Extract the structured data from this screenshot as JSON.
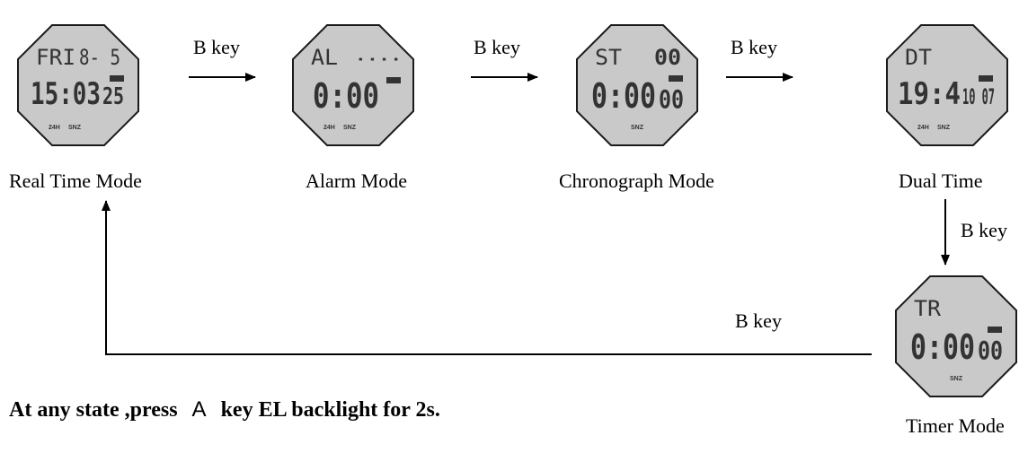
{
  "colors": {
    "lcd_face": "#c9c9c9",
    "lcd_border": "#1a1a1a",
    "segment": "#333333",
    "arrow": "#000000"
  },
  "modes": [
    {
      "id": "real-time",
      "caption": "Real Time Mode",
      "lcd_top_left": "FRI",
      "lcd_top_right": "8- 5",
      "lcd_main": "15:03",
      "lcd_seconds": "25",
      "lcd_bottom": [
        "24H",
        "SNZ"
      ]
    },
    {
      "id": "alarm",
      "caption": "Alarm Mode",
      "lcd_top_left": "AL",
      "lcd_top_right": "- - - -",
      "lcd_main": "0:00",
      "lcd_seconds": "",
      "lcd_bottom": [
        "24H",
        "SNZ"
      ]
    },
    {
      "id": "chronograph",
      "caption": "Chronograph Mode",
      "lcd_top_left": "ST",
      "lcd_top_right": "00",
      "lcd_main": "0:00",
      "lcd_seconds": "00",
      "lcd_bottom": [
        "SNZ"
      ]
    },
    {
      "id": "dual-time",
      "caption": "Dual Time",
      "lcd_top_left": "DT",
      "lcd_top_right": "",
      "lcd_main": "19:4",
      "lcd_seconds": "10 07",
      "lcd_bottom": [
        "24H",
        "SNZ"
      ]
    },
    {
      "id": "timer",
      "caption": "Timer Mode",
      "lcd_top_left": "TR",
      "lcd_top_right": "",
      "lcd_main": "0:00",
      "lcd_seconds": "00",
      "lcd_bottom": [
        "SNZ"
      ]
    }
  ],
  "transitions": [
    {
      "from": "real-time",
      "to": "alarm",
      "label": "B key"
    },
    {
      "from": "alarm",
      "to": "chronograph",
      "label": "B key"
    },
    {
      "from": "chronograph",
      "to": "dual-time",
      "label": "B key"
    },
    {
      "from": "dual-time",
      "to": "timer",
      "label": "B key"
    },
    {
      "from": "timer",
      "to": "real-time",
      "label": "B key"
    }
  ],
  "footer": {
    "prefix": "At any state ,press",
    "key": "A",
    "suffix": "key EL backlight for 2s."
  }
}
